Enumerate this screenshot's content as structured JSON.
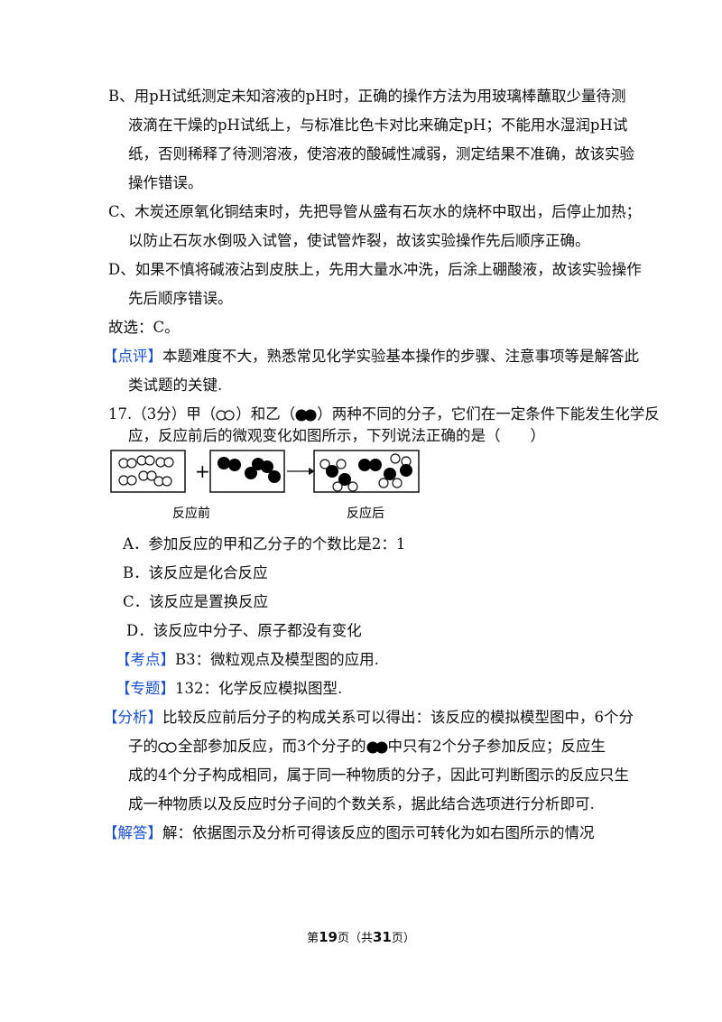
{
  "optB": {
    "line1": "B、用pH试纸测定未知溶液的pH时，正确的操作方法为用玻璃棒蘸取少量待测",
    "line2": "液滴在干燥的pH试纸上，与标准比色卡对比来确定pH；不能用水湿润pH试",
    "line3": "纸，否则稀释了待测溶液，使溶液的酸碱性减弱，测定结果不准确，故该实验",
    "line4": "操作错误。"
  },
  "optC": {
    "line1": "C、木炭还原氧化铜结束时，先把导管从盛有石灰水的烧杯中取出，后停止加热；",
    "line2": "以防止石灰水倒吸入试管，使试管炸裂，故该实验操作先后顺序正确。"
  },
  "optD": {
    "line1": "D、如果不慎将碱液沾到皮肤上，先用大量水冲洗，后涂上硼酸液，故该实验操作",
    "line2": "先后顺序错误。"
  },
  "answer_prev": "故选：C。",
  "comment": {
    "label": "【点评】",
    "line1": "本题难度不大，熟悉常见化学实验基本操作的步骤、注意事项等是解答此",
    "line2": "类试题的关键."
  },
  "q17": {
    "prefix": "17.（3分）甲（",
    "mid": "）和乙（",
    "suffix": "）两种不同的分子，它们在一定条件下能发生化学反",
    "line2": "应，反应前后的微观变化如图所示，下列说法正确的是（　　）"
  },
  "diagram": {
    "label_before": "反应前",
    "label_after": "反应后",
    "plus": "+"
  },
  "choices": {
    "A": "A．参加反应的甲和乙分子的个数比是2：1",
    "B": "B．该反应是化合反应",
    "C": "C．该反应是置换反应",
    "D": "D．该反应中分子、原子都没有变化"
  },
  "kaodian": {
    "label": "【考点】",
    "text": "B3：微粒观点及模型图的应用."
  },
  "zhuanti": {
    "label": "【专题】",
    "text": "132：化学反应模拟图型."
  },
  "fenxi": {
    "label": "【分析】",
    "line1": "比较反应前后分子的构成关系可以得出：该反应的模拟模型图中，6个分",
    "line2a": "子的",
    "line2b": "全部参加反应，而3个分子的",
    "line2c": "中只有2个分子参加反应；反应生",
    "line3": "成的4个分子构成相同，属于同一种物质的分子，因此可判断图示的反应只生",
    "line4": "成一种物质以及反应时分子间的个数关系，据此结合选项进行分析即可."
  },
  "jieda": {
    "label": "【解答】",
    "text": "解：依据图示及分析可得该反应的图示可转化为如右图所示的情况"
  },
  "footer": {
    "prefix": "第",
    "page": "19",
    "mid": "页（共",
    "total": "31",
    "suffix": "页）"
  }
}
